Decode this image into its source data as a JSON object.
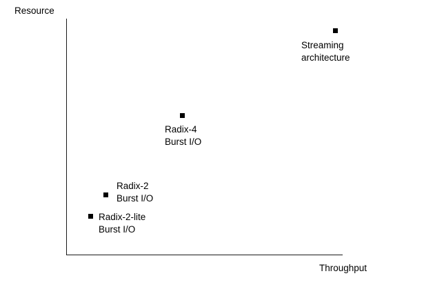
{
  "chart_data": {
    "type": "scatter",
    "title": "",
    "xlabel": "Throughput",
    "ylabel": "Resource",
    "grid": false,
    "legend": false,
    "axes_style": "qualitative-arrowless-corner",
    "xlim": [
      0,
      1
    ],
    "ylim": [
      0,
      1
    ],
    "x_tick_labels": [],
    "y_tick_labels": [],
    "points": [
      {
        "name": "radix-2-lite-burst-io",
        "label_lines": [
          "Radix-2-lite",
          "Burst I/O"
        ],
        "x": 0.086,
        "y": 0.172,
        "marker": "square",
        "marker_color": "#000000",
        "label_position": "right"
      },
      {
        "name": "radix-2-burst-io",
        "label_lines": [
          "Radix-2",
          "Burst I/O"
        ],
        "x": 0.141,
        "y": 0.263,
        "marker": "square",
        "marker_color": "#000000",
        "label_position": "right"
      },
      {
        "name": "radix-4-burst-io",
        "label_lines": [
          "Radix-4",
          "Burst I/O"
        ],
        "x": 0.418,
        "y": 0.598,
        "marker": "square",
        "marker_color": "#000000",
        "label_position": "below"
      },
      {
        "name": "streaming-architecture",
        "label_lines": [
          "Streaming",
          "architecture"
        ],
        "x": 0.968,
        "y": 0.953,
        "marker": "square",
        "marker_color": "#000000",
        "label_position": "below"
      }
    ]
  },
  "axis_titles": {
    "y": "Resource",
    "x": "Throughput"
  },
  "labels": {
    "streaming_line1": "Streaming",
    "streaming_line2": "architecture",
    "radix4_line1": "Radix-4",
    "radix4_line2": "Burst I/O",
    "radix2_line1": "Radix-2",
    "radix2_line2": "Burst I/O",
    "radix2lite_line1": "Radix-2-lite",
    "radix2lite_line2": "Burst I/O"
  },
  "colors": {
    "marker": "#000000",
    "axis": "#1a1a1a",
    "text": "#000000",
    "background": "#ffffff"
  }
}
